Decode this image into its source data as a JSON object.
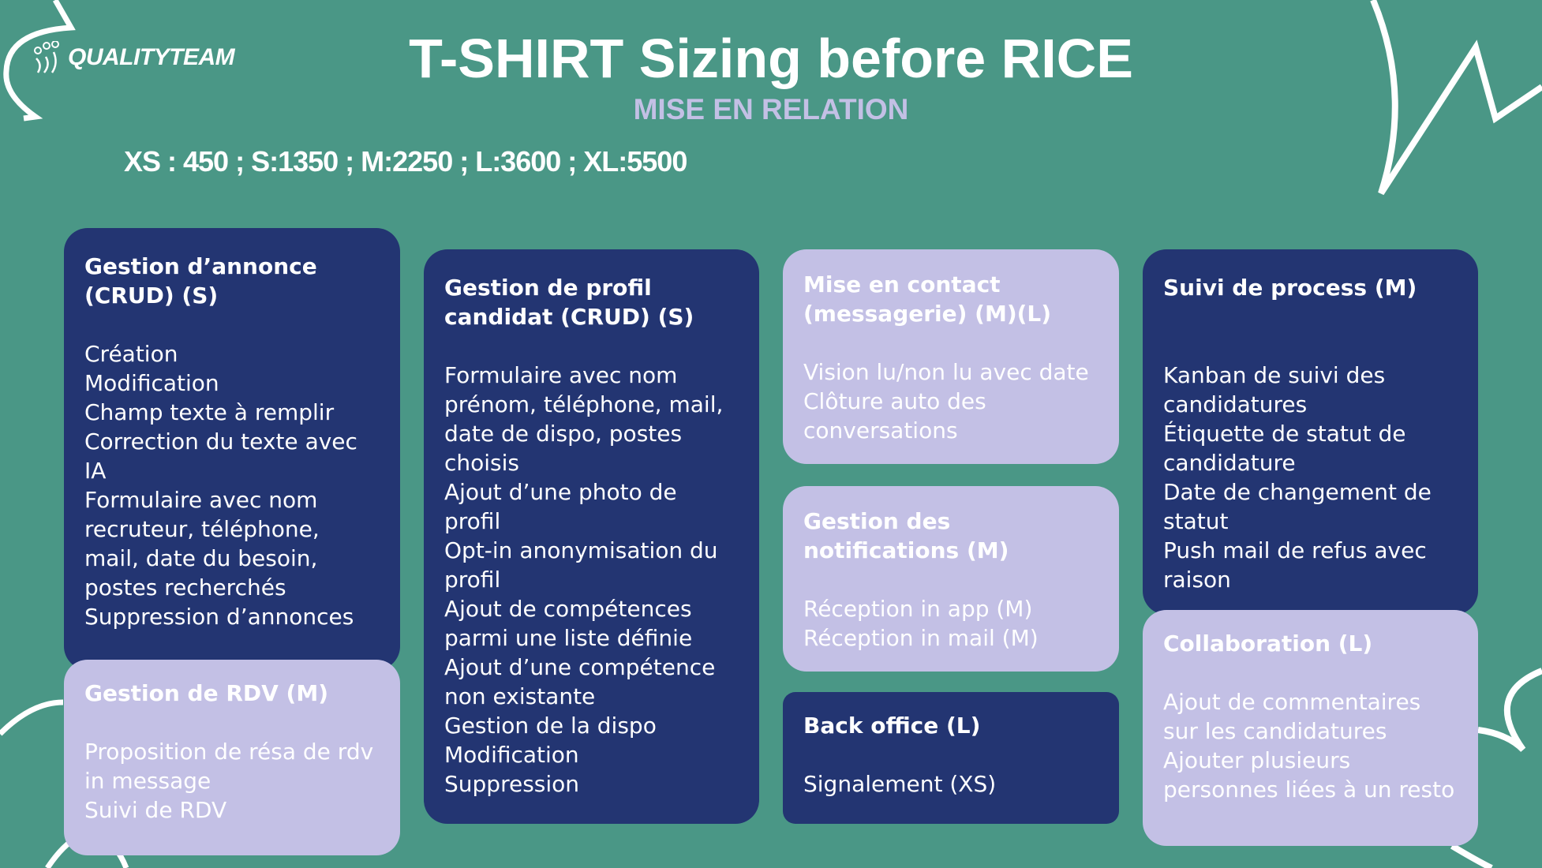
{
  "logo": {
    "text": "QUALITYTEAM"
  },
  "header": {
    "title": "T-SHIRT Sizing before RICE",
    "subtitle": "MISE EN RELATION"
  },
  "sizes": "XS : 450 ; S:1350 ; M:2250 ; L:3600 ; XL:5500",
  "colors": {
    "background": "#4a9786",
    "dark_card": "#233572",
    "light_card": "#c3c0e5"
  },
  "cards": [
    {
      "title": "Gestion d’annonce (CRUD) (S)",
      "items": [
        "Création",
        "Modification",
        "Champ texte à remplir",
        "Correction du texte avec IA",
        "Formulaire avec nom recruteur, téléphone, mail, date du besoin, postes recherchés",
        "Suppression d’annonces"
      ]
    },
    {
      "title": "Gestion de RDV (M)",
      "items": [
        "Proposition de résa de rdv in message",
        "Suivi de RDV"
      ]
    },
    {
      "title": "Gestion de profil candidat (CRUD) (S)",
      "items": [
        "Formulaire avec nom prénom, téléphone, mail, date de dispo, postes choisis",
        "Ajout d’une photo de profil",
        "Opt-in anonymisation du profil",
        "Ajout de compétences parmi une liste définie",
        "Ajout d’une compétence non existante",
        "Gestion de la dispo",
        "Modification",
        "Suppression"
      ]
    },
    {
      "title": "Mise en contact (messagerie) (M)(L)",
      "items": [
        "Vision lu/non lu avec date",
        "Clôture auto des conversations"
      ]
    },
    {
      "title": "Gestion des notifications (M)",
      "items": [
        "Réception in app (M)",
        "Réception in mail (M)"
      ]
    },
    {
      "title": "Back office (L)",
      "items": [
        "Signalement (XS)"
      ]
    },
    {
      "title": "Suivi de process (M)",
      "items": [
        "Kanban de suivi des candidatures",
        "Étiquette de statut de candidature",
        "Date de changement de statut",
        "Push mail de refus avec raison"
      ]
    },
    {
      "title": "Collaboration (L)",
      "items": [
        "Ajout de commentaires sur les candidatures",
        "Ajouter plusieurs personnes liées à un resto"
      ]
    }
  ]
}
